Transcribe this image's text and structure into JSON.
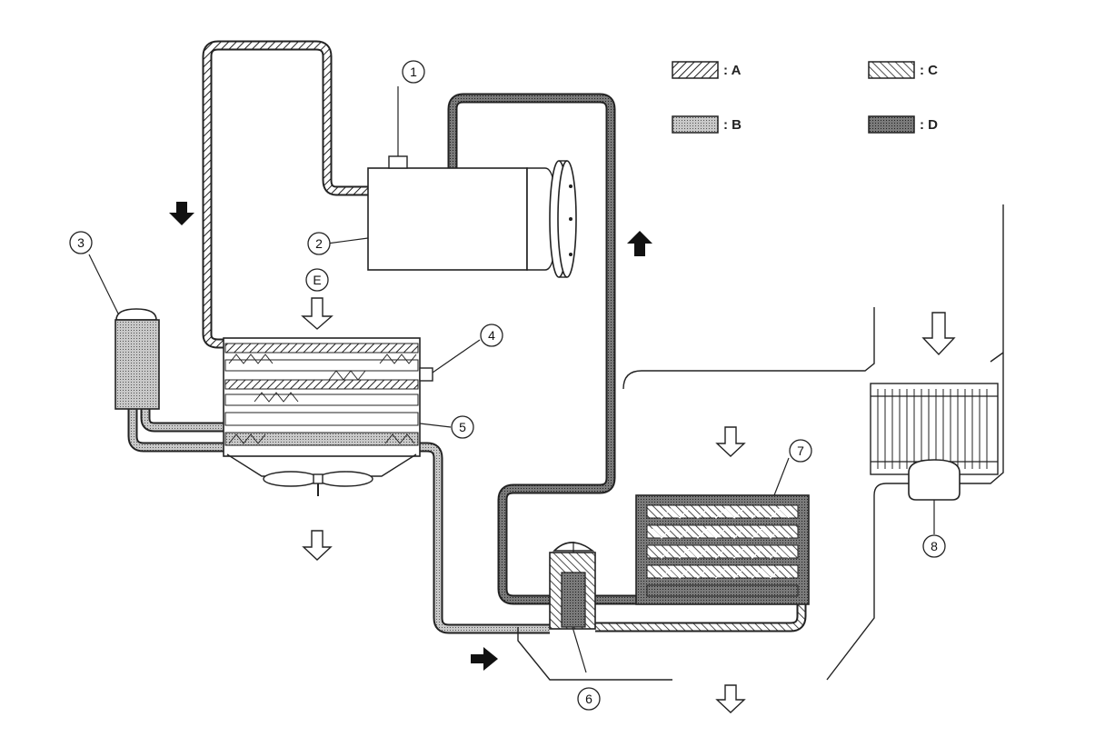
{
  "legend": [
    {
      "key": "A",
      "text": ": A",
      "pattern": "hatch-a"
    },
    {
      "key": "B",
      "text": ": B",
      "pattern": "hatch-b"
    },
    {
      "key": "C",
      "text": ": C",
      "pattern": "hatch-c"
    },
    {
      "key": "D",
      "text": ": D",
      "pattern": "hatch-d"
    }
  ],
  "callouts": [
    "1",
    "2",
    "3",
    "4",
    "5",
    "6",
    "7",
    "8"
  ],
  "airflow_label": "E",
  "colors": {
    "line": "#222222",
    "fill_light": "#e6e6e6",
    "fill_mid": "#bdbdbd",
    "fill_dark": "#8a8a8a"
  }
}
